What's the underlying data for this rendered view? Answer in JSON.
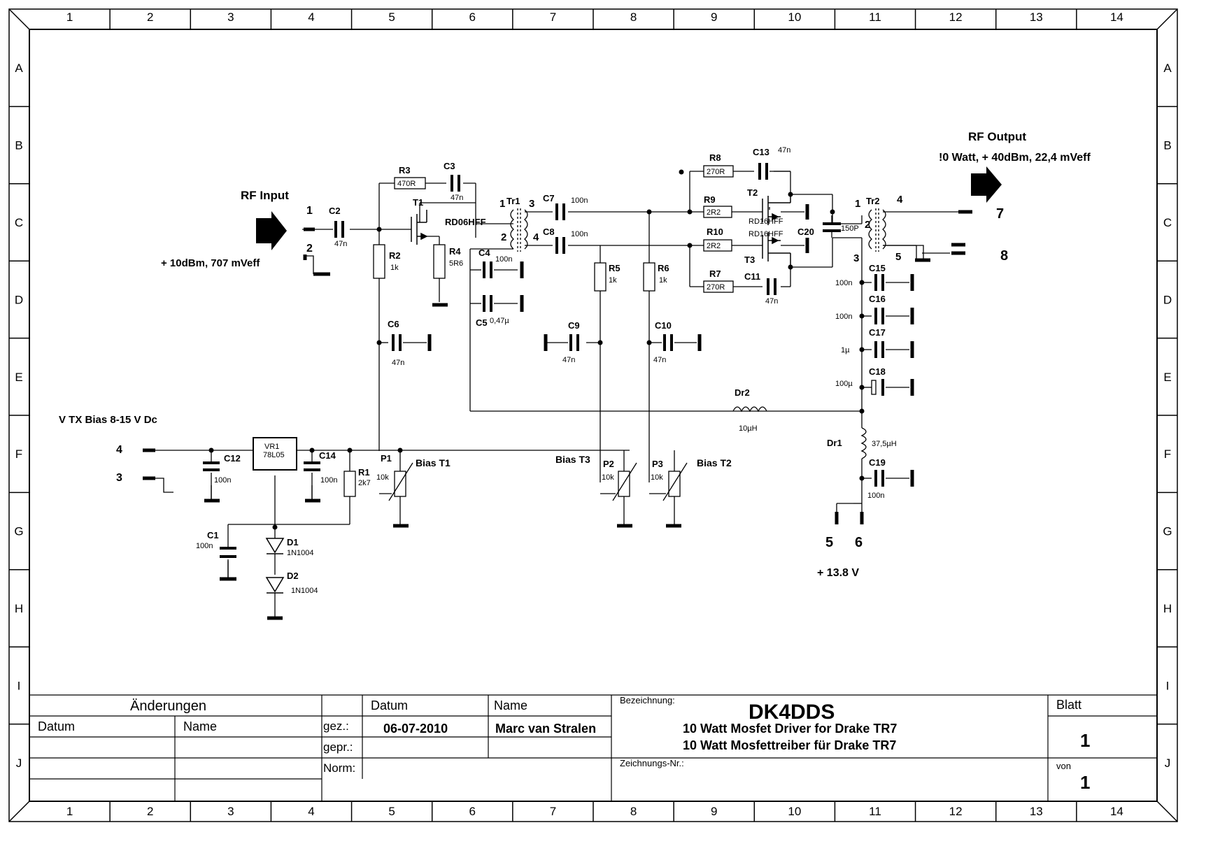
{
  "frame": {
    "columns": [
      "1",
      "2",
      "3",
      "4",
      "5",
      "6",
      "7",
      "8",
      "9",
      "10",
      "11",
      "12",
      "13",
      "14"
    ],
    "rows": [
      "A",
      "B",
      "C",
      "D",
      "E",
      "F",
      "G",
      "H",
      "I",
      "J"
    ]
  },
  "labels": {
    "rf_input": "RF Input",
    "rf_input_level": "+ 10dBm, 707 mVeff",
    "rf_output": "RF Output",
    "rf_output_level": "!0 Watt, + 40dBm, 22,4 mVeff",
    "vtx_bias": "V TX Bias 8-15 V Dc",
    "supply": "+ 13.8 V",
    "bias_t1": "Bias T1",
    "bias_t2": "Bias T2",
    "bias_t3": "Bias T3"
  },
  "pins": {
    "p1": "1",
    "p2": "2",
    "p3": "3",
    "p4": "4",
    "p5": "5",
    "p6": "6",
    "p7": "7",
    "p8": "8"
  },
  "components": {
    "R1": {
      "ref": "R1",
      "value": "2k7"
    },
    "R2": {
      "ref": "R2",
      "value": "1k"
    },
    "R3": {
      "ref": "R3",
      "value": "470R"
    },
    "R4": {
      "ref": "R4",
      "value": "5R6"
    },
    "R5": {
      "ref": "R5",
      "value": "1k"
    },
    "R6": {
      "ref": "R6",
      "value": "1k"
    },
    "R7": {
      "ref": "R7",
      "value": "270R"
    },
    "R8": {
      "ref": "R8",
      "value": "270R"
    },
    "R9": {
      "ref": "R9",
      "value": "2R2"
    },
    "R10": {
      "ref": "R10",
      "value": "2R2"
    },
    "C1": {
      "ref": "C1",
      "value": "100n"
    },
    "C2": {
      "ref": "C2",
      "value": "47n"
    },
    "C3": {
      "ref": "C3",
      "value": "47n"
    },
    "C4": {
      "ref": "C4",
      "value": "100n"
    },
    "C5": {
      "ref": "C5",
      "value": "0,47µ"
    },
    "C6": {
      "ref": "C6",
      "value": "47n"
    },
    "C7": {
      "ref": "C7",
      "value": "100n"
    },
    "C8": {
      "ref": "C8",
      "value": "100n"
    },
    "C9": {
      "ref": "C9",
      "value": "47n"
    },
    "C10": {
      "ref": "C10",
      "value": "47n"
    },
    "C11": {
      "ref": "C11",
      "value": "47n"
    },
    "C12": {
      "ref": "C12",
      "value": "100n"
    },
    "C13": {
      "ref": "C13",
      "value": "47n"
    },
    "C14": {
      "ref": "C14",
      "value": "100n"
    },
    "C15": {
      "ref": "C15",
      "value": "100n"
    },
    "C16": {
      "ref": "C16",
      "value": "100n"
    },
    "C17": {
      "ref": "C17",
      "value": "1µ"
    },
    "C18": {
      "ref": "C18",
      "value": "100µ"
    },
    "C19": {
      "ref": "C19",
      "value": "100n"
    },
    "C20": {
      "ref": "C20",
      "value": "150P"
    },
    "P1": {
      "ref": "P1",
      "value": "10k"
    },
    "P2": {
      "ref": "P2",
      "value": "10k"
    },
    "P3": {
      "ref": "P3",
      "value": "10k"
    },
    "T1": {
      "ref": "T1",
      "value": "RD06HFF"
    },
    "T2": {
      "ref": "T2",
      "value": "RD16HFF"
    },
    "T3": {
      "ref": "T3",
      "value": "RD16HFF"
    },
    "Tr1": {
      "ref": "Tr1"
    },
    "Tr2": {
      "ref": "Tr2"
    },
    "Dr1": {
      "ref": "Dr1",
      "value": "37,5µH"
    },
    "Dr2": {
      "ref": "Dr2",
      "value": "10µH"
    },
    "VR1": {
      "ref": "VR1",
      "value": "78L05"
    },
    "D1": {
      "ref": "D1",
      "value": "1N1004"
    },
    "D2": {
      "ref": "D2",
      "value": "1N1004"
    }
  },
  "title_block": {
    "changes_header": "Änderungen",
    "col_datum": "Datum",
    "col_name": "Name",
    "datum_header": "Datum",
    "name_header": "Name",
    "gez_label": "gez.:",
    "gepr_label": "gepr.:",
    "norm_label": "Norm:",
    "date_value": "06-07-2010",
    "author": "Marc van Stralen",
    "bezeichnung_label": "Bezeichnung:",
    "callsign": "DK4DDS",
    "title_en": "10 Watt Mosfet Driver for Drake TR7",
    "title_de": "10 Watt Mosfettreiber für Drake TR7",
    "zeichnungs_label": "Zeichnungs-Nr.:",
    "blatt_label": "Blatt",
    "blatt_value": "1",
    "von_label": "von",
    "von_value": "1"
  }
}
